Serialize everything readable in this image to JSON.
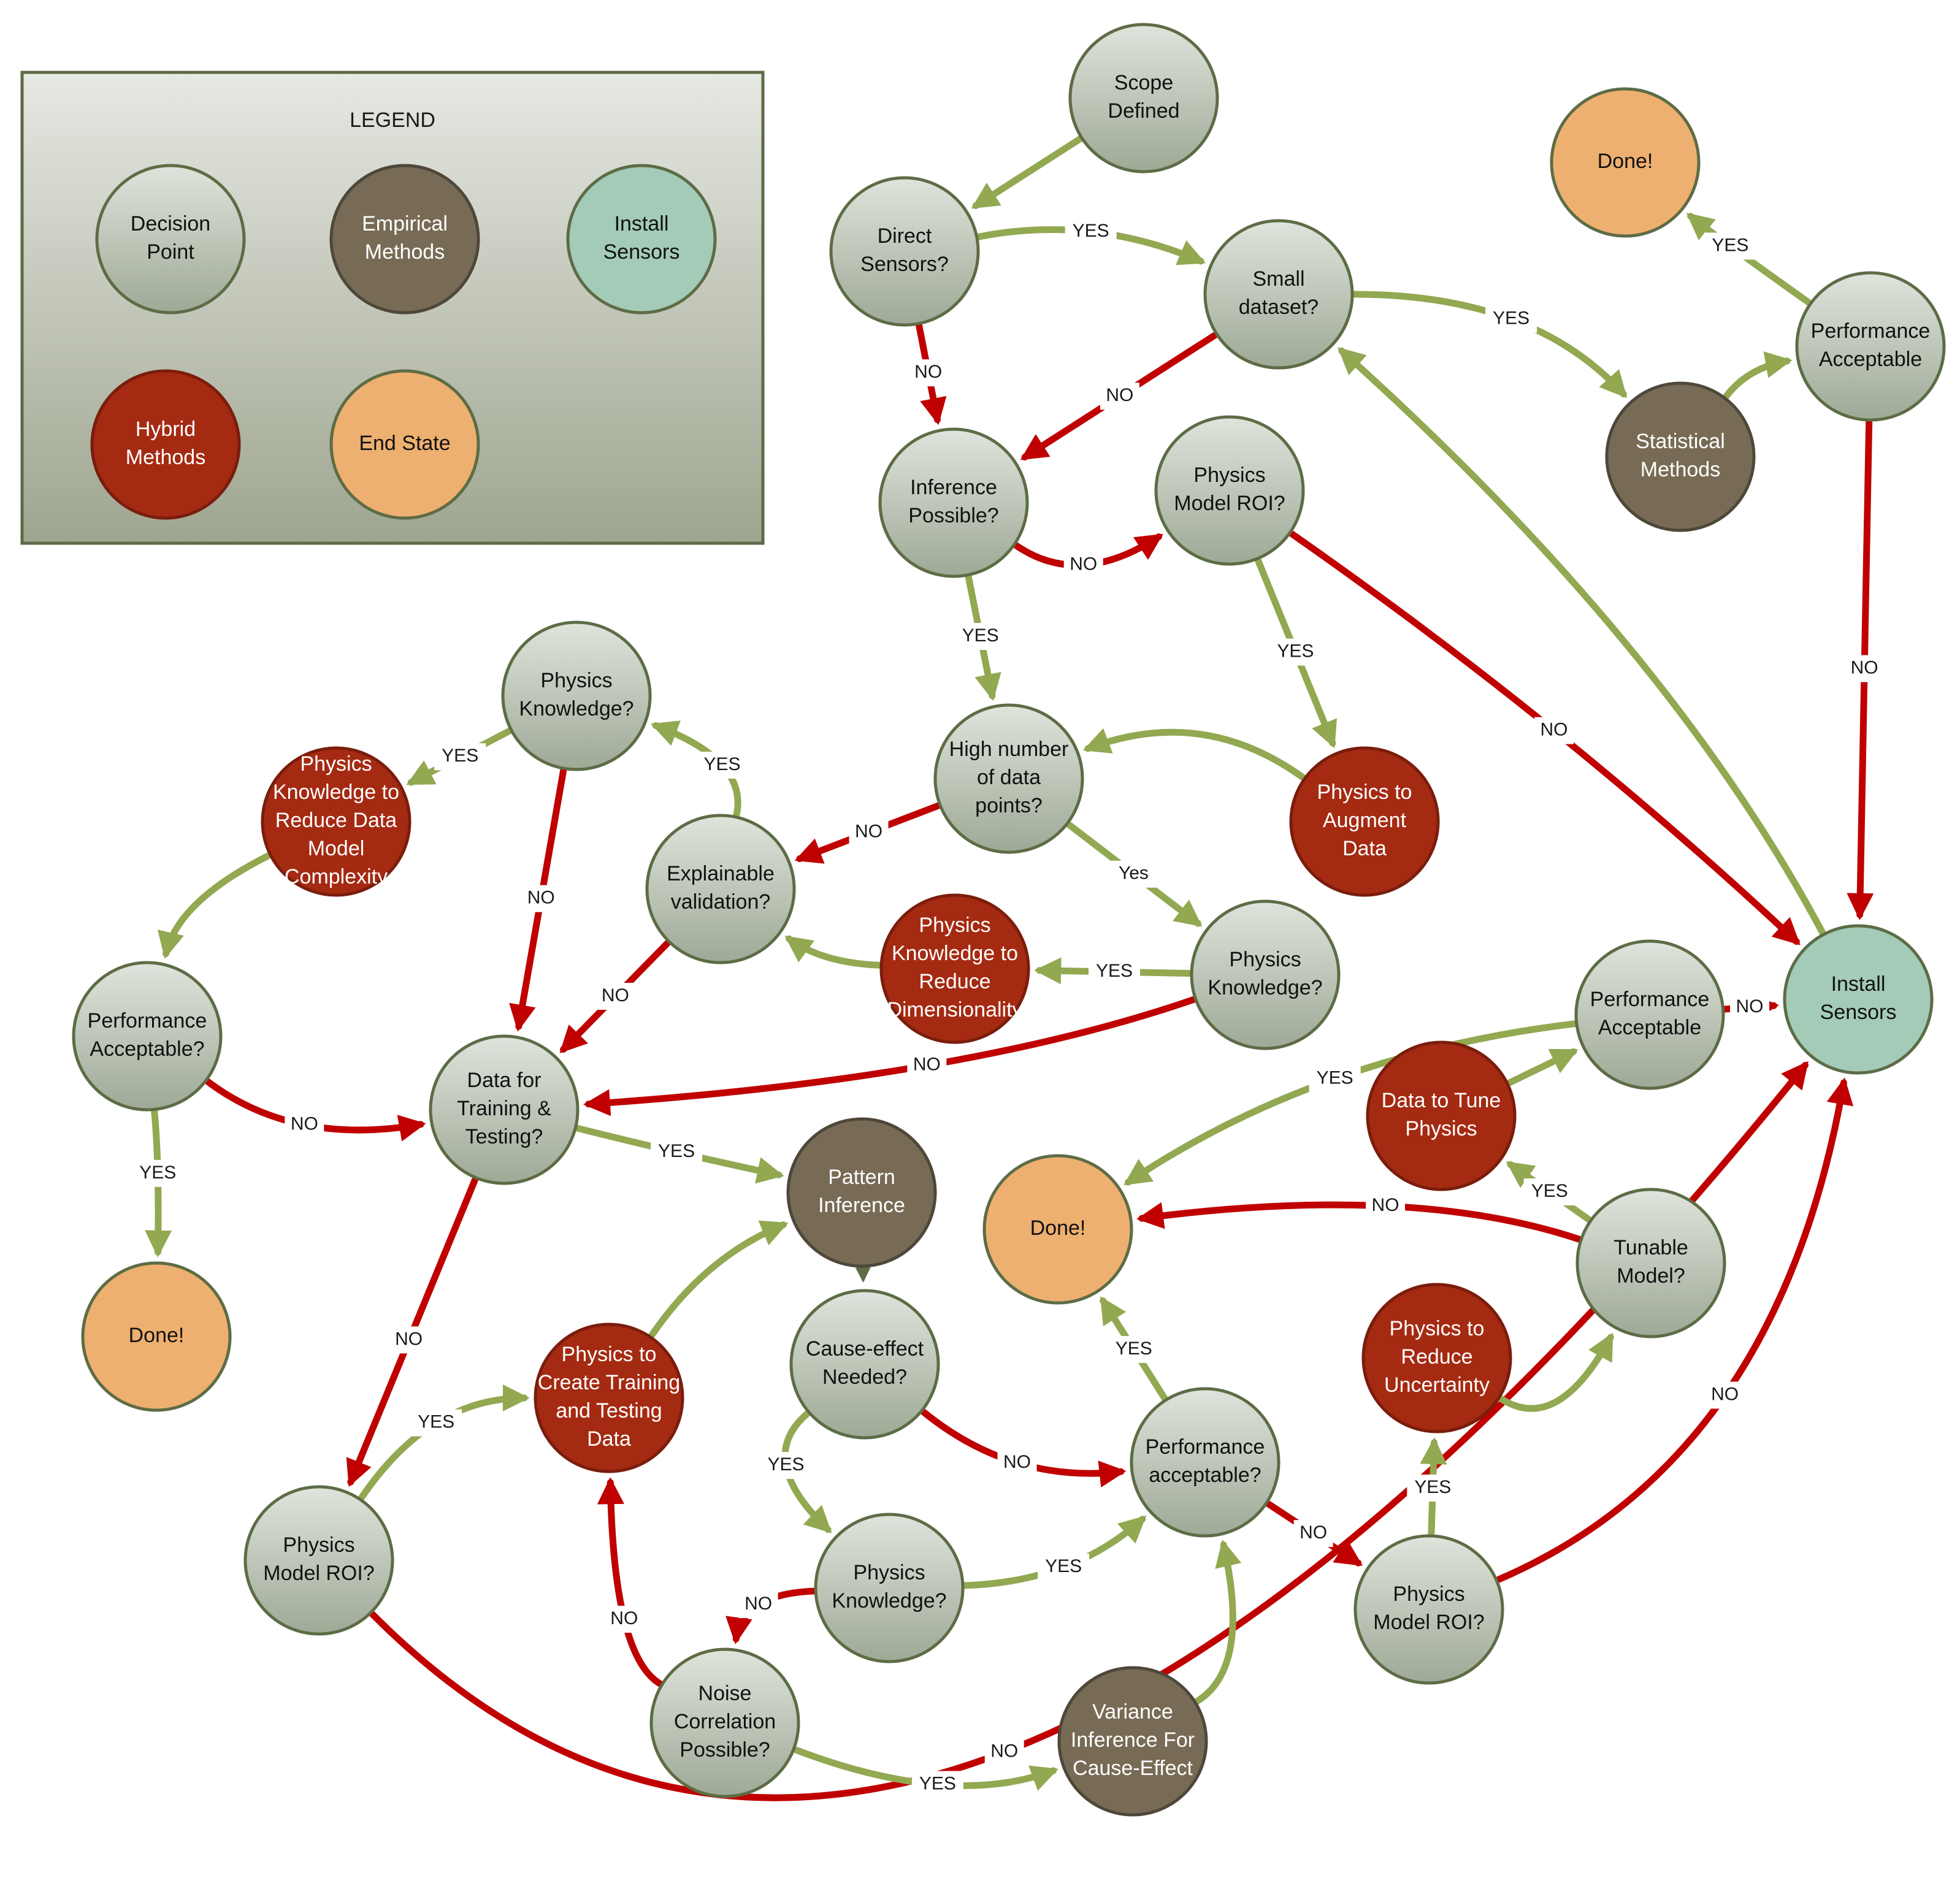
{
  "legend": {
    "title": "LEGEND",
    "items": [
      {
        "type": "decision",
        "label": "Decision\nPoint"
      },
      {
        "type": "empirical",
        "label": "Empirical\nMethods"
      },
      {
        "type": "sensor",
        "label": "Install\nSensors"
      },
      {
        "type": "hybrid",
        "label": "Hybrid\nMethods"
      },
      {
        "type": "end",
        "label": "End State"
      }
    ]
  },
  "colors": {
    "decision_fill_top": "#dfe4dc",
    "decision_fill_bottom": "#9ea996",
    "decision_stroke": "#5d6c45",
    "empirical": "#776b55",
    "sensor": "#a3cbb8",
    "hybrid": "#a52a12",
    "end": "#eeb070",
    "yes_edge": "#92a851",
    "no_edge": "#c00000",
    "legend_top": "#e6e8e2",
    "legend_bottom": "#9ea58f",
    "legend_stroke": "#5e6a47"
  },
  "nodes": [
    {
      "id": "scope",
      "type": "decision",
      "label": "Scope\nDefined"
    },
    {
      "id": "done1",
      "type": "end",
      "label": "Done!"
    },
    {
      "id": "direct",
      "type": "decision",
      "label": "Direct\nSensors?"
    },
    {
      "id": "small",
      "type": "decision",
      "label": "Small\ndataset?"
    },
    {
      "id": "perf1",
      "type": "decision",
      "label": "Performance\nAcceptable"
    },
    {
      "id": "stat",
      "type": "empirical",
      "label": "Statistical\nMethods"
    },
    {
      "id": "infer",
      "type": "decision",
      "label": "Inference\nPossible?"
    },
    {
      "id": "roi1",
      "type": "decision",
      "label": "Physics\nModel ROI?"
    },
    {
      "id": "pk1",
      "type": "decision",
      "label": "Physics\nKnowledge?"
    },
    {
      "id": "highn",
      "type": "decision",
      "label": "High number\nof data\npoints?"
    },
    {
      "id": "augment",
      "type": "hybrid",
      "label": "Physics to\nAugment\nData"
    },
    {
      "id": "reduceComplex",
      "type": "hybrid",
      "label": "Physics\nKnowledge to\nReduce Data\nModel\nComplexity"
    },
    {
      "id": "explain",
      "type": "decision",
      "label": "Explainable\nvalidation?"
    },
    {
      "id": "reduceDim",
      "type": "hybrid",
      "label": "Physics\nKnowledge  to\nReduce\nDimensionality"
    },
    {
      "id": "pk2",
      "type": "decision",
      "label": "Physics\nKnowledge?"
    },
    {
      "id": "sensors",
      "type": "sensor",
      "label": "Install\nSensors"
    },
    {
      "id": "perf2",
      "type": "decision",
      "label": "Performance\nAcceptable?"
    },
    {
      "id": "dataTrain",
      "type": "decision",
      "label": "Data for\nTraining &\nTesting?"
    },
    {
      "id": "perf3",
      "type": "decision",
      "label": "Performance\nAcceptable"
    },
    {
      "id": "tune",
      "type": "hybrid",
      "label": "Data to Tune\nPhysics"
    },
    {
      "id": "pattern",
      "type": "empirical",
      "label": "Pattern\nInference"
    },
    {
      "id": "done2",
      "type": "end",
      "label": "Done!"
    },
    {
      "id": "tunable",
      "type": "decision",
      "label": "Tunable\nModel?"
    },
    {
      "id": "done3",
      "type": "end",
      "label": "Done!"
    },
    {
      "id": "createData",
      "type": "hybrid",
      "label": "Physics to\nCreate Training\nand Testing\nData"
    },
    {
      "id": "cause",
      "type": "decision",
      "label": "Cause-effect\nNeeded?"
    },
    {
      "id": "uncert",
      "type": "hybrid",
      "label": "Physics to\nReduce\nUncertainty"
    },
    {
      "id": "perf4",
      "type": "decision",
      "label": "Performance\nacceptable?"
    },
    {
      "id": "roi2",
      "type": "decision",
      "label": "Physics\nModel ROI?"
    },
    {
      "id": "pk3",
      "type": "decision",
      "label": "Physics\nKnowledge?"
    },
    {
      "id": "roi3",
      "type": "decision",
      "label": "Physics\nModel ROI?"
    },
    {
      "id": "noise",
      "type": "decision",
      "label": "Noise\nCorrelation\nPossible?"
    },
    {
      "id": "variance",
      "type": "empirical",
      "label": "Variance\nInference For\nCause-Effect"
    }
  ],
  "edges": [
    {
      "from": "scope",
      "to": "direct",
      "kind": "yes",
      "label": ""
    },
    {
      "from": "direct",
      "to": "small",
      "kind": "yes",
      "label": "YES"
    },
    {
      "from": "direct",
      "to": "infer",
      "kind": "no",
      "label": "NO"
    },
    {
      "from": "small",
      "to": "stat",
      "kind": "yes",
      "label": "YES"
    },
    {
      "from": "small",
      "to": "infer",
      "kind": "no",
      "label": "NO"
    },
    {
      "from": "stat",
      "to": "perf1",
      "kind": "yes",
      "label": ""
    },
    {
      "from": "perf1",
      "to": "done1",
      "kind": "yes",
      "label": "YES"
    },
    {
      "from": "perf1",
      "to": "sensors",
      "kind": "no",
      "label": "NO"
    },
    {
      "from": "infer",
      "to": "roi1",
      "kind": "no",
      "label": "NO"
    },
    {
      "from": "infer",
      "to": "highn",
      "kind": "yes",
      "label": "YES"
    },
    {
      "from": "roi1",
      "to": "augment",
      "kind": "yes",
      "label": "YES"
    },
    {
      "from": "roi1",
      "to": "sensors",
      "kind": "no",
      "label": "NO"
    },
    {
      "from": "augment",
      "to": "highn",
      "kind": "yes",
      "label": ""
    },
    {
      "from": "sensors",
      "to": "small",
      "kind": "yes",
      "label": ""
    },
    {
      "from": "highn",
      "to": "explain",
      "kind": "no",
      "label": "NO"
    },
    {
      "from": "highn",
      "to": "pk2",
      "kind": "yes",
      "label": "Yes"
    },
    {
      "from": "pk2",
      "to": "reduceDim",
      "kind": "yes",
      "label": "YES"
    },
    {
      "from": "pk2",
      "to": "dataTrain",
      "kind": "no",
      "label": "NO"
    },
    {
      "from": "reduceDim",
      "to": "explain",
      "kind": "yes",
      "label": ""
    },
    {
      "from": "explain",
      "to": "pk1",
      "kind": "yes",
      "label": "YES"
    },
    {
      "from": "explain",
      "to": "dataTrain",
      "kind": "no",
      "label": "NO"
    },
    {
      "from": "pk1",
      "to": "reduceComplex",
      "kind": "yes",
      "label": "YES"
    },
    {
      "from": "pk1",
      "to": "dataTrain",
      "kind": "no",
      "label": "NO"
    },
    {
      "from": "reduceComplex",
      "to": "perf2",
      "kind": "yes",
      "label": ""
    },
    {
      "from": "perf2",
      "to": "dataTrain",
      "kind": "no",
      "label": "NO"
    },
    {
      "from": "perf2",
      "to": "done3",
      "kind": "yes",
      "label": "YES"
    },
    {
      "from": "dataTrain",
      "to": "pattern",
      "kind": "yes",
      "label": "YES"
    },
    {
      "from": "dataTrain",
      "to": "roi3",
      "kind": "no",
      "label": "NO"
    },
    {
      "from": "roi3",
      "to": "createData",
      "kind": "yes",
      "label": "YES"
    },
    {
      "from": "roi3",
      "to": "sensors",
      "kind": "no",
      "label": "NO"
    },
    {
      "from": "createData",
      "to": "pattern",
      "kind": "yes",
      "label": ""
    },
    {
      "from": "pattern",
      "to": "cause",
      "kind": "neutral",
      "label": ""
    },
    {
      "from": "cause",
      "to": "pk3",
      "kind": "yes",
      "label": "YES"
    },
    {
      "from": "cause",
      "to": "perf4",
      "kind": "no",
      "label": "NO"
    },
    {
      "from": "pk3",
      "to": "perf4",
      "kind": "yes",
      "label": "YES"
    },
    {
      "from": "pk3",
      "to": "noise",
      "kind": "no",
      "label": "NO"
    },
    {
      "from": "noise",
      "to": "createData",
      "kind": "no",
      "label": "NO"
    },
    {
      "from": "noise",
      "to": "variance",
      "kind": "yes",
      "label": "YES"
    },
    {
      "from": "variance",
      "to": "perf4",
      "kind": "yes",
      "label": ""
    },
    {
      "from": "perf4",
      "to": "done2",
      "kind": "yes",
      "label": "YES"
    },
    {
      "from": "perf4",
      "to": "roi2",
      "kind": "no",
      "label": "NO"
    },
    {
      "from": "roi2",
      "to": "uncert",
      "kind": "yes",
      "label": "YES"
    },
    {
      "from": "roi2",
      "to": "sensors",
      "kind": "no",
      "label": "NO"
    },
    {
      "from": "uncert",
      "to": "tunable",
      "kind": "yes",
      "label": ""
    },
    {
      "from": "tunable",
      "to": "tune",
      "kind": "yes",
      "label": "YES"
    },
    {
      "from": "tunable",
      "to": "done2",
      "kind": "no",
      "label": "NO"
    },
    {
      "from": "tune",
      "to": "perf3",
      "kind": "yes",
      "label": ""
    },
    {
      "from": "perf3",
      "to": "done2",
      "kind": "yes",
      "label": "YES"
    },
    {
      "from": "perf3",
      "to": "sensors",
      "kind": "no",
      "label": "NO"
    }
  ]
}
